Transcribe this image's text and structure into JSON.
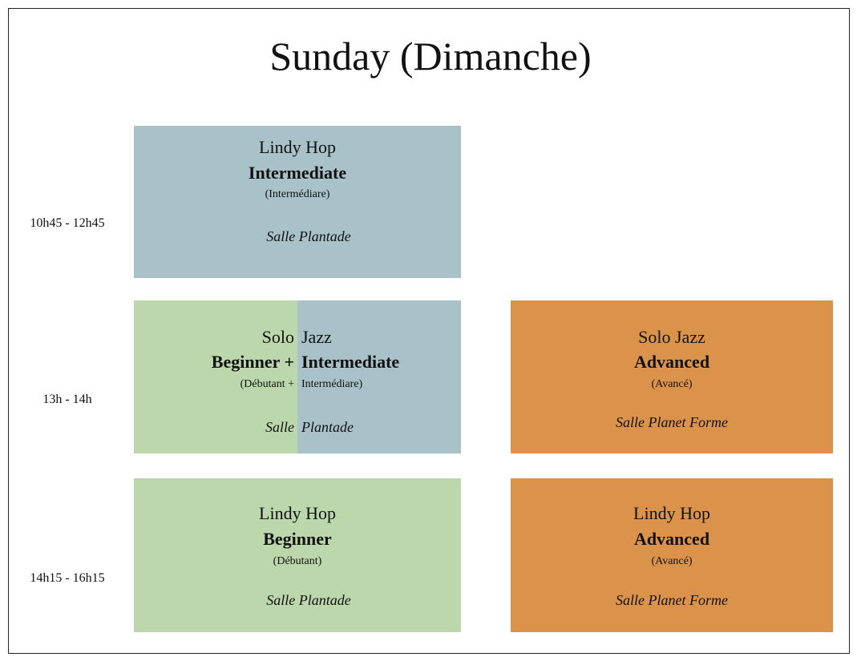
{
  "title": "Sunday (Dimanche)",
  "colors": {
    "beginner": "#bcd7ab",
    "intermediate": "#a9c1c9",
    "advanced": "#db924b",
    "border": "#222222"
  },
  "times": [
    "10h45 - 12h45",
    "13h - 14h",
    "14h15 - 16h15"
  ],
  "sessions": {
    "lindy_intermediate": {
      "style": "Lindy Hop",
      "level": "Intermediate",
      "level_fr": "(Intermédiare)",
      "room": "Salle Plantade"
    },
    "solo_mixed": {
      "left": {
        "style": "Solo",
        "level": "Beginner +",
        "level_fr": "(Débutant +",
        "room": "Salle"
      },
      "right": {
        "style": "Jazz",
        "level": "Intermediate",
        "level_fr": "Intermédiare)",
        "room": "Plantade"
      }
    },
    "solo_advanced": {
      "style": "Solo Jazz",
      "level": "Advanced",
      "level_fr": "(Avancé)",
      "room": "Salle Planet Forme"
    },
    "lindy_beginner": {
      "style": "Lindy Hop",
      "level": "Beginner",
      "level_fr": "(Débutant)",
      "room": "Salle Plantade"
    },
    "lindy_advanced": {
      "style": "Lindy Hop",
      "level": "Advanced",
      "level_fr": "(Avancé)",
      "room": "Salle Planet Forme"
    }
  }
}
